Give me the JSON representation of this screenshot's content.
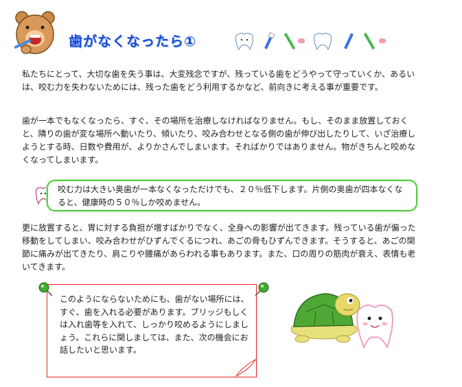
{
  "title": "歯がなくなったら①",
  "paragraphs": {
    "p1": "私たちにとって、大切な歯を失う事は、大変残念ですが、残っている歯をどうやって守っていくか、あるいは、咬む力を失わないためには、残った歯をどう利用するかなど、前向きに考える事が重要です。",
    "p2": "歯が一本でもなくなったら、すぐ、その場所を治療しなければなりません。もし、そのまま放置しておくと、隣りの歯が変な場所へ動いたり、傾いたり、咬み合わせとなる側の歯が伸び出したりして、いざ治療しようとする時、日数や費用が、よりかさんでしまいます。そればかりではありません。物がきちんと咬めなくなってしまいます。",
    "p3": "更に放置すると、胃に対する負担が増すばかりでなく、全身への影響が出てきます。残っている歯が偏った移動をしてしまい、咬み合わせがひずんでくるにつれ、あごの骨もひずんできます。そうすると、あごの関節に痛みが出てきたり、肩こりや腰痛があらわれる事もあります。また、口の周りの筋肉が衰え、表情も老いてきます。"
  },
  "note_green": "咬む力は大きい奥歯が一本なくなっただけでも、２０％低下します。片側の奥歯が四本なくなると、健康時の５０％しか咬めません。",
  "note_red": "このようにならないためにも、歯がない場所には、すぐ、歯を入れる必要があります。ブリッジもしくは入れ歯等を入れて、しっかり咬めるようにしましょう。これらに関しましては、また、次の機会にお話したいと思います。",
  "icons": [
    "bear-icon",
    "tooth-icon",
    "toothbrush-icon",
    "turtle-icon",
    "pin-icon"
  ],
  "colors": {
    "title": "#1c4fd0",
    "green_border": "#55cc44",
    "red_border": "#e02020"
  }
}
